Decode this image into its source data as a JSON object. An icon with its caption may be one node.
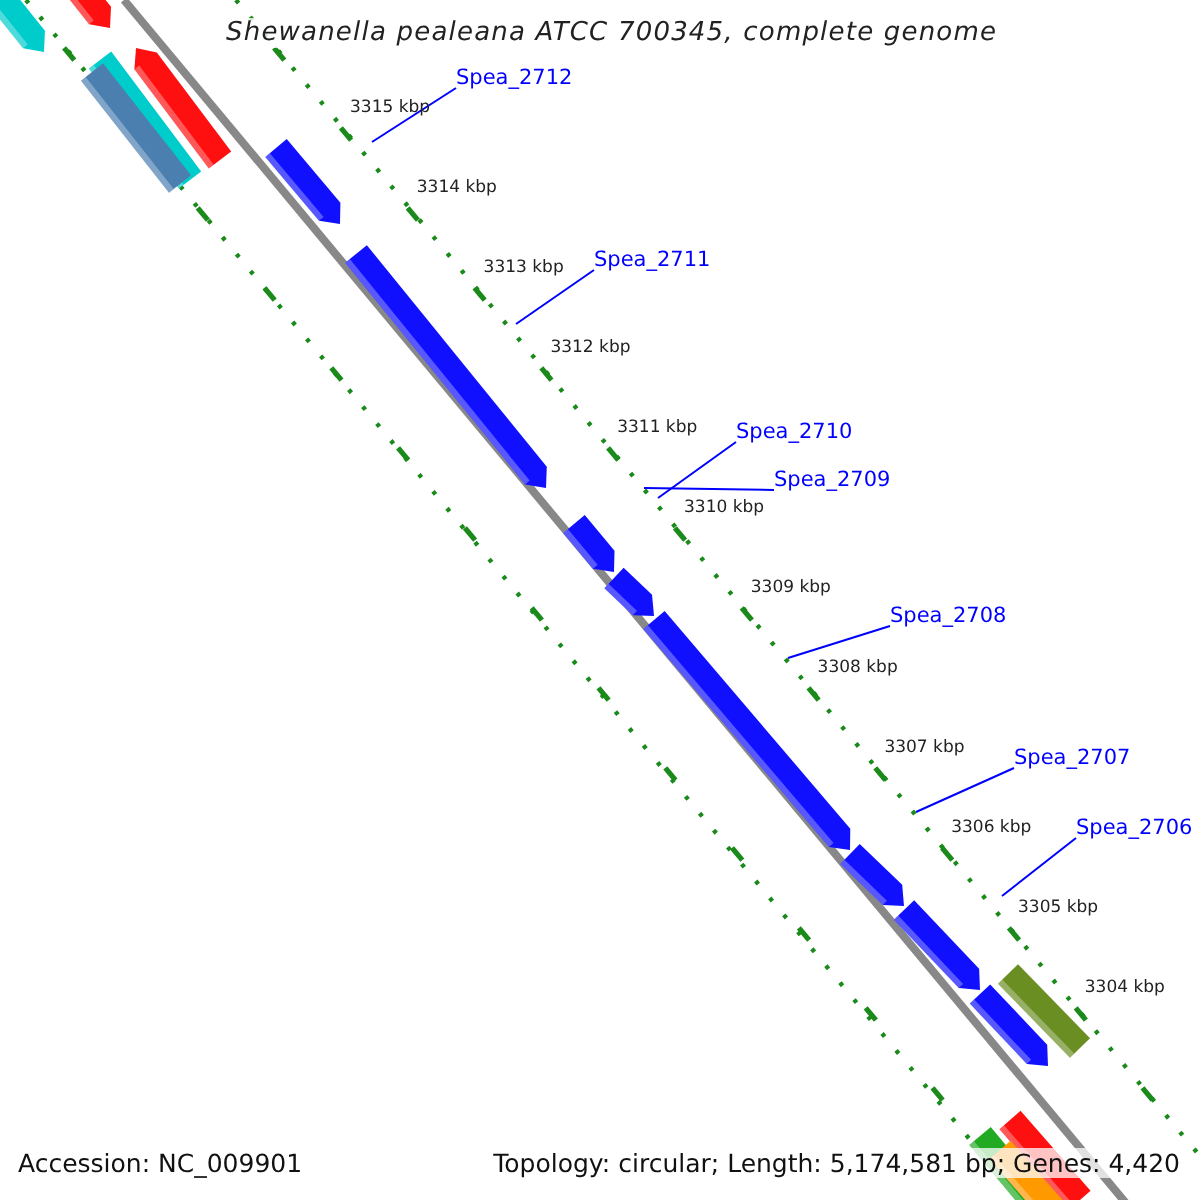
{
  "diagram": {
    "title": "Shewanella pealeana ATCC 700345, complete genome",
    "nodes": [
      {
        "text": [
          "Spea_2712"
        ]
      },
      {
        "text": [
          "Spea_2711"
        ]
      },
      {
        "text": [
          "Spea_2710"
        ]
      },
      {
        "text": [
          "Spea_2709"
        ]
      },
      {
        "text": [
          "Spea_2708"
        ]
      },
      {
        "text": [
          "Spea_2707"
        ]
      },
      {
        "text": [
          "Spea_2706"
        ]
      }
    ],
    "edges": [
      {
        "from": 0,
        "to": null,
        "arrow": "none"
      },
      {
        "from": 1,
        "to": null,
        "arrow": "none"
      },
      {
        "from": 2,
        "to": null,
        "arrow": "none"
      },
      {
        "from": 3,
        "to": null,
        "arrow": "none"
      },
      {
        "from": 4,
        "to": null,
        "arrow": "none"
      },
      {
        "from": 5,
        "to": null,
        "arrow": "none"
      },
      {
        "from": 6,
        "to": null,
        "arrow": "none"
      }
    ],
    "labels": [
      "3315 kbp",
      "3314 kbp",
      "3313 kbp",
      "3312 kbp",
      "3311 kbp",
      "3310 kbp",
      "3309 kbp",
      "3308 kbp",
      "3307 kbp",
      "3306 kbp",
      "3305 kbp",
      "3304 kbp",
      "Accession: NC_009901",
      "Topology: circular; Length: 5,174,581 bp; Genes: 4,420"
    ]
  }
}
